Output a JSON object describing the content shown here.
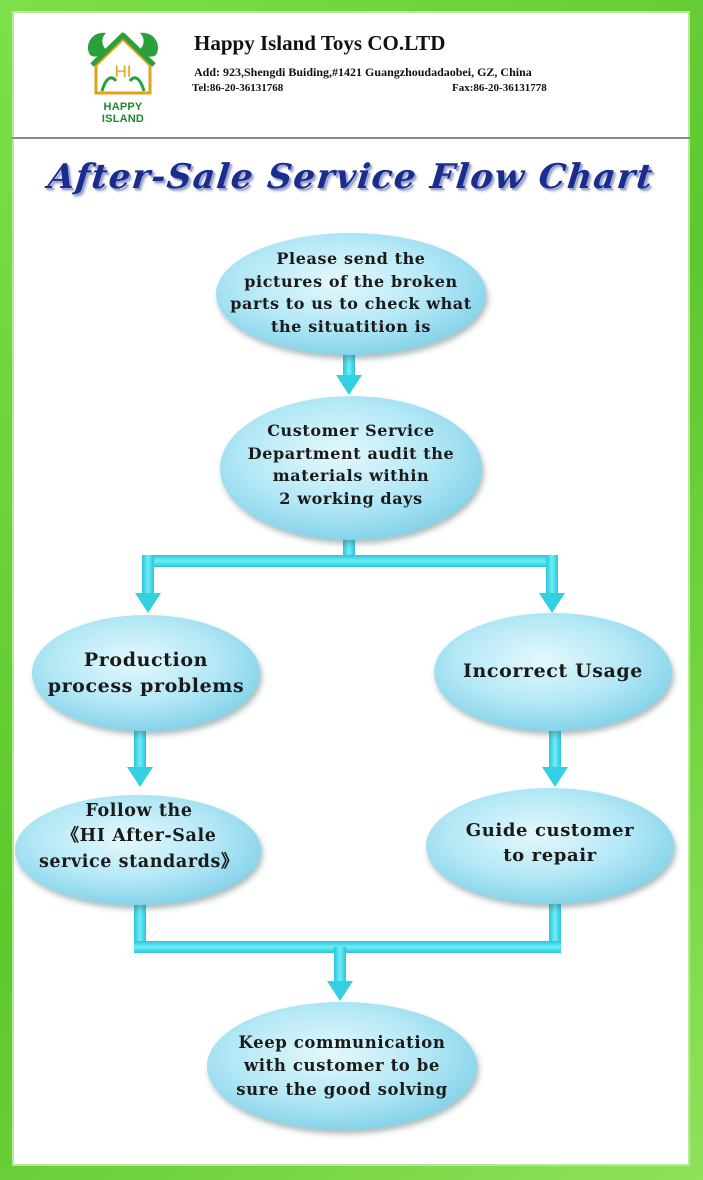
{
  "company": {
    "logo_text": "HAPPY ISLAND",
    "logo_mark": "HI",
    "name": "Happy Island Toys CO.LTD",
    "address": "Add: 923,Shengdi Buiding,#1421 Guangzhoudadaobei, GZ, China",
    "tel": "Tel:86-20-36131768",
    "fax": "Fax:86-20-36131778"
  },
  "title": "After-Sale Service Flow Chart",
  "nodes": {
    "send_pictures": "Please send the\npictures of the broken\nparts to us to check what\nthe situatition is",
    "audit": "Customer Service\nDepartment audit the\nmaterials within\n2 working days",
    "production_problems": "Production\nprocess problems",
    "incorrect_usage": "Incorrect Usage",
    "follow_standards": "Follow the\n《HI After-Sale\nservice standards》",
    "guide_repair": "Guide customer\nto repair",
    "keep_communication": "Keep communication\nwith customer to be\nsure the good solving"
  },
  "colors": {
    "frame_green": "#6fd63c",
    "node_fill_center": "#d8f4fb",
    "node_fill_edge": "#8ed8ee",
    "connector": "#3fd8e8",
    "title_blue": "#1a2c8c"
  }
}
